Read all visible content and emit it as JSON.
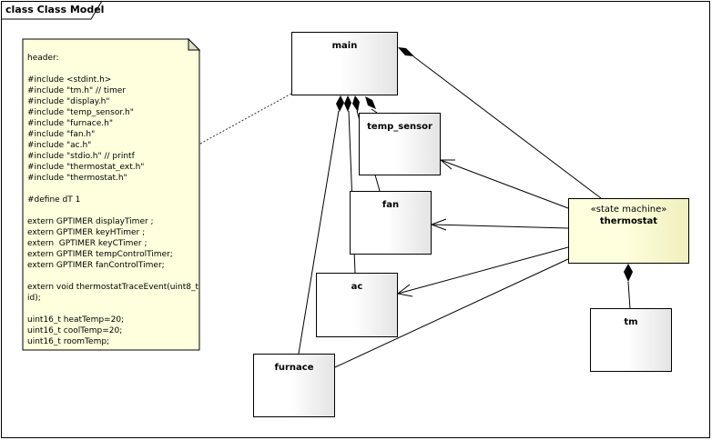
{
  "frame": {
    "title": "class Class Model"
  },
  "note": {
    "lines": [
      "header:",
      "",
      "#include <stdint.h>",
      "#include \"tm.h\" // timer",
      "#include \"display.h\"",
      "#include \"temp_sensor.h\"",
      "#include \"furnace.h\"",
      "#include \"fan.h\"",
      "#include \"ac.h\"",
      "#include \"stdio.h\" // printf",
      "#include \"thermostat_ext.h\"",
      "#include \"thermostat.h\"",
      "",
      "#define dT 1",
      "",
      "extern GPTIMER displayTimer ;",
      "extern GPTIMER keyHTimer ;",
      "extern  GPTIMER keyCTimer ;",
      "extern GPTIMER tempControlTimer;",
      "extern GPTIMER fanControlTimer;",
      "",
      "extern void thermostatTraceEvent(uint8_t",
      "id);",
      "",
      "uint16_t heatTemp=20;",
      "uint16_t coolTemp=20;",
      "uint16_t roomTemp;"
    ]
  },
  "classes": {
    "main": {
      "name": "main"
    },
    "temp_sensor": {
      "name": "temp_sensor"
    },
    "fan": {
      "name": "fan"
    },
    "ac": {
      "name": "ac"
    },
    "furnace": {
      "name": "furnace"
    },
    "thermostat": {
      "stereotype": "«state machine»",
      "name": "thermostat"
    },
    "tm": {
      "name": "tm"
    }
  },
  "relationships": [
    {
      "type": "composition",
      "whole": "main",
      "part": "temp_sensor"
    },
    {
      "type": "composition",
      "whole": "main",
      "part": "fan"
    },
    {
      "type": "composition",
      "whole": "main",
      "part": "ac"
    },
    {
      "type": "composition",
      "whole": "main",
      "part": "furnace"
    },
    {
      "type": "composition",
      "whole": "main",
      "part": "thermostat"
    },
    {
      "type": "composition",
      "whole": "thermostat",
      "part": "tm"
    },
    {
      "type": "association",
      "from": "thermostat",
      "to": "temp_sensor",
      "navigable": true
    },
    {
      "type": "association",
      "from": "thermostat",
      "to": "fan",
      "navigable": true
    },
    {
      "type": "association",
      "from": "thermostat",
      "to": "ac",
      "navigable": true
    },
    {
      "type": "association",
      "from": "thermostat",
      "to": "furnace",
      "navigable": false
    },
    {
      "type": "note-link",
      "from": "note",
      "to": "main"
    }
  ],
  "colors": {
    "note_fill": "#ffffdd",
    "state_machine_fill": "#ffffde",
    "line": "#000000"
  }
}
